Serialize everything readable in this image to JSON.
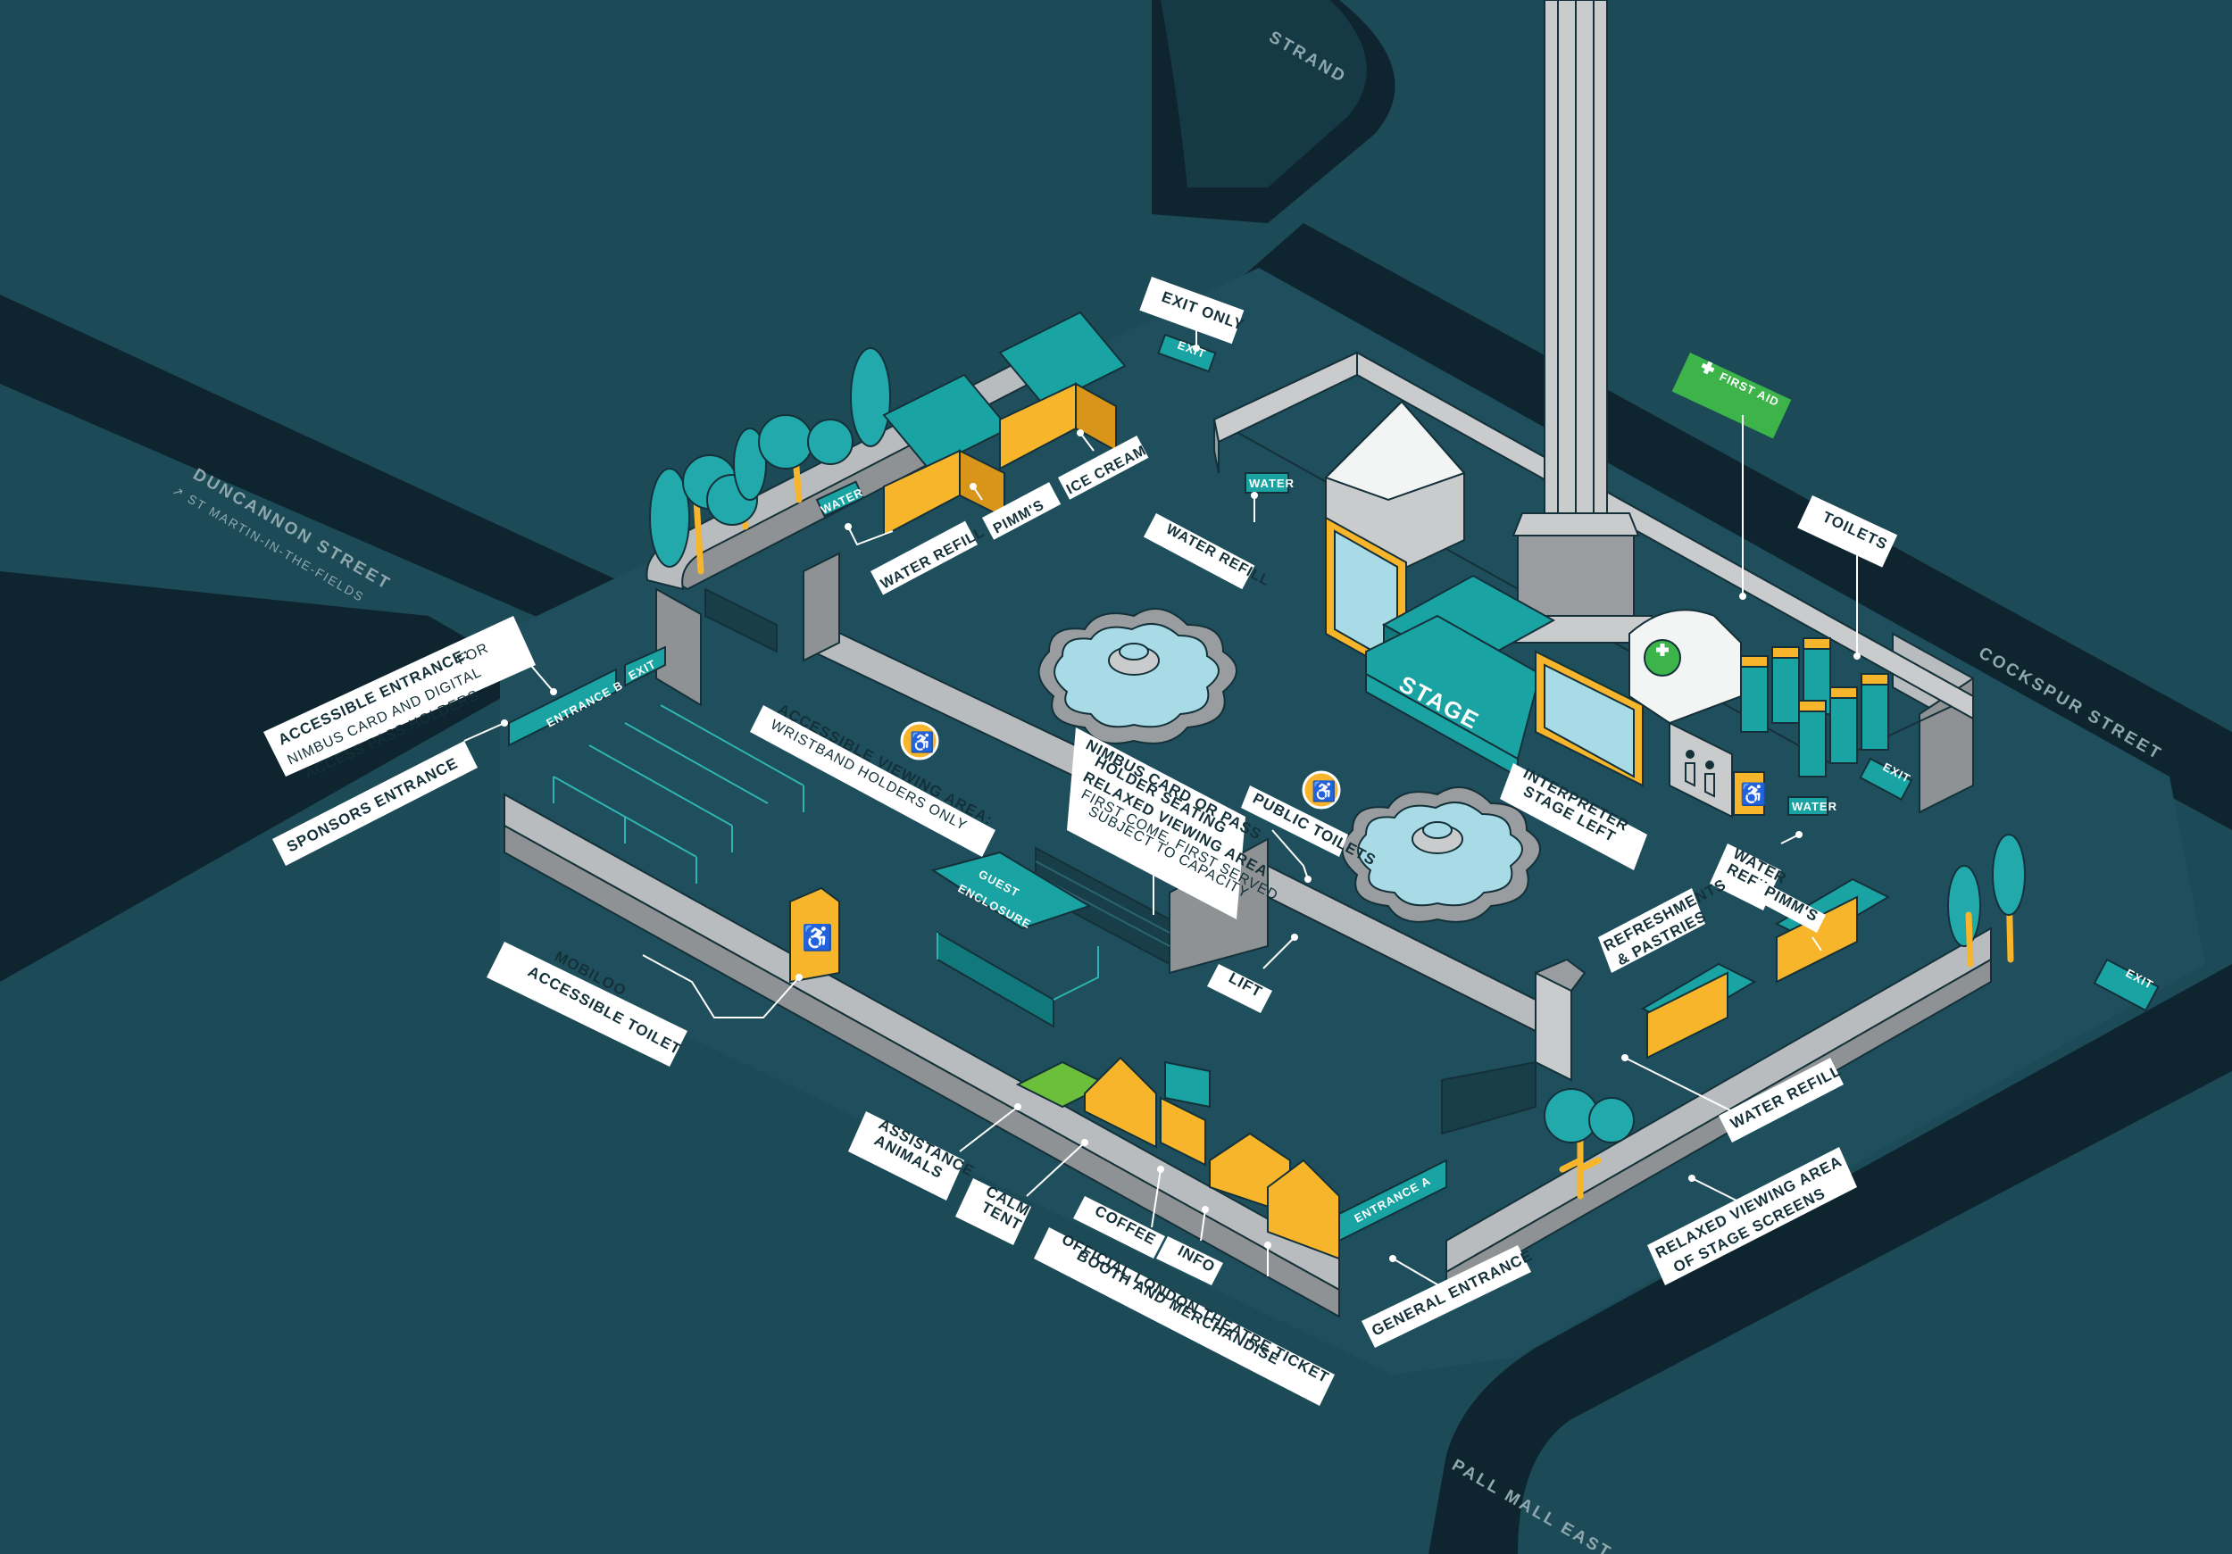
{
  "streets": {
    "strand": "STRAND",
    "duncannon": "DUNCANNON STREET",
    "st_martin": "↗ ST MARTIN-IN-THE-FIELDS",
    "cockspur": "COCKSPUR STREET",
    "pall_mall": "PALL MALL EAST"
  },
  "labels": {
    "exit_only": "EXIT ONLY",
    "first_aid": "FIRST AID",
    "toilets": "TOILETS",
    "water_refill_left": "WATER REFILL",
    "pimms_left": "PIMM'S",
    "ice_cream": "ICE CREAM",
    "water_refill_top": "WATER REFILL",
    "accessible_entrance_title": "ACCESSIBLE ENTRANCE:",
    "accessible_entrance_l1": "FOR",
    "accessible_entrance_l2": "NIMBUS CARD AND DIGITAL",
    "accessible_entrance_l3": "ACCESS PASS HOLDERS",
    "sponsors_entrance": "SPONSORS ENTRANCE",
    "accessible_viewing_title": "ACCESSIBLE VIEWING AREA:",
    "accessible_viewing_sub": "WRISTBAND HOLDERS ONLY",
    "nimbus_l1": "NIMBUS CARD OR PASS",
    "nimbus_l2": "HOLDER SEATING",
    "nimbus_l3": "RELAXED VIEWING AREA",
    "nimbus_l4": "FIRST COME, FIRST SERVED",
    "nimbus_l5": "SUBJECT TO CAPACITY",
    "public_toilets": "PUBLIC TOILETS",
    "interpreter_l1": "INTERPRETER",
    "interpreter_l2": "STAGE LEFT",
    "water_refill_right_l1": "WATER",
    "water_refill_right_l2": "REFILL",
    "pimms_right": "PIMM'S",
    "refreshments_l1": "REFRESHMENTS",
    "refreshments_l2": "& PASTRIES",
    "lift": "LIFT",
    "mobiloo_l1": "MOBILOO",
    "mobiloo_l2": "ACCESSIBLE TOILET",
    "assistance_l1": "ASSISTANCE",
    "assistance_l2": "ANIMALS",
    "calm_l1": "CALM",
    "calm_l2": "TENT",
    "coffee": "COFFEE",
    "info": "INFO",
    "official_l1": "OFFICIAL LONDON THEATRE TICKET",
    "official_l2": "BOOTH AND MERCHANDISE",
    "general_entrance": "GENERAL ENTRANCE",
    "water_refill_bottom": "WATER REFILL",
    "relaxed_screens_l1": "RELAXED VIEWING AREA",
    "relaxed_screens_l2": "OF STAGE SCREENS"
  },
  "signs": {
    "exit": "EXIT",
    "water": "WATER",
    "entrance_b": "ENTRANCE B",
    "entrance_a": "ENTRANCE A",
    "stage": "STAGE",
    "guest_l1": "GUEST",
    "guest_l2": "ENCLOSURE"
  },
  "colors": {
    "background": "#1d4a57",
    "road": "#0e2530",
    "plaza": "#1f4f5c",
    "teal": "#1aa3a3",
    "yellow": "#f7b52c",
    "first_aid_green": "#3cb44a",
    "label_bg": "#ffffff"
  },
  "icons": [
    "accessible-icon",
    "first-aid-cross-icon",
    "toilet-people-icon",
    "tree-icon",
    "fountain-icon"
  ]
}
